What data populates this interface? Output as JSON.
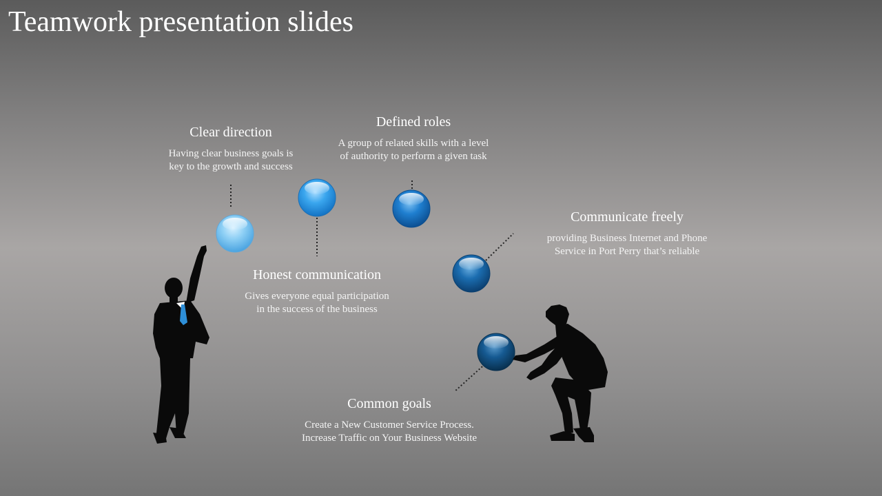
{
  "slide": {
    "title": "Teamwork presentation slides"
  },
  "items": [
    {
      "heading": "Clear direction",
      "desc_line1": "Having clear business goals is",
      "desc_line2": "key to the growth and success"
    },
    {
      "heading": "Defined roles",
      "desc_line1": "A group of related skills with a level",
      "desc_line2": "of authority to perform a given task"
    },
    {
      "heading": "Communicate freely",
      "desc_line1": "providing Business Internet and Phone",
      "desc_line2": "Service in Port Perry that’s reliable"
    },
    {
      "heading": "Honest communication",
      "desc_line1": "Gives everyone equal participation",
      "desc_line2": "in the success of the business"
    },
    {
      "heading": "Common goals",
      "desc_line1": "Create a New Customer Service Process.",
      "desc_line2": "Increase Traffic on Your Business Website"
    }
  ],
  "colors": {
    "ball_1": "#8fd0f5",
    "ball_2": "#3aa6ee",
    "ball_3": "#1f7fd0",
    "ball_4": "#1b6db0",
    "ball_5": "#165a92",
    "tie": "#2e8fd8",
    "silhouette": "#0a0a0a"
  }
}
